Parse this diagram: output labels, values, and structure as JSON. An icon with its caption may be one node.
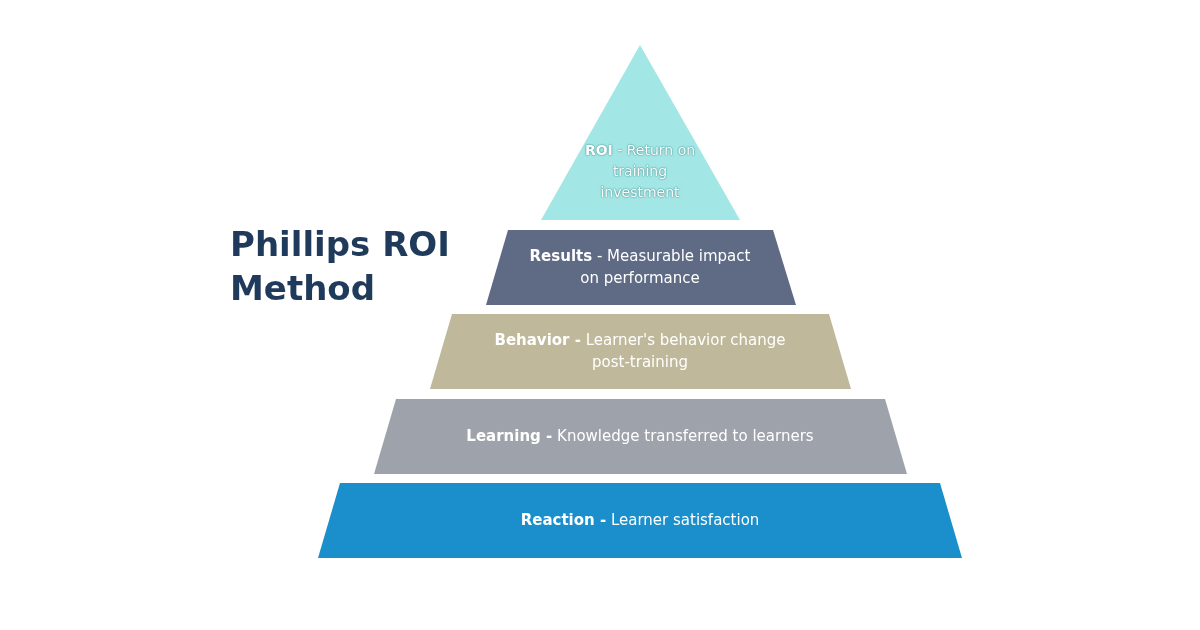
{
  "diagram": {
    "title": "Phillips ROI Method",
    "nodes": [
      {
        "text": [
          "**ROI** - Return on training investment"
        ]
      },
      {
        "text": [
          "**Results** - Measurable impact on performance"
        ]
      },
      {
        "text": [
          "**Behavior -** Learner's behavior change post-training"
        ]
      },
      {
        "text": [
          "**Learning -** Knowledge transferred to learners"
        ]
      },
      {
        "text": [
          "**Reaction -** Learner satisfaction"
        ]
      }
    ]
  }
}
